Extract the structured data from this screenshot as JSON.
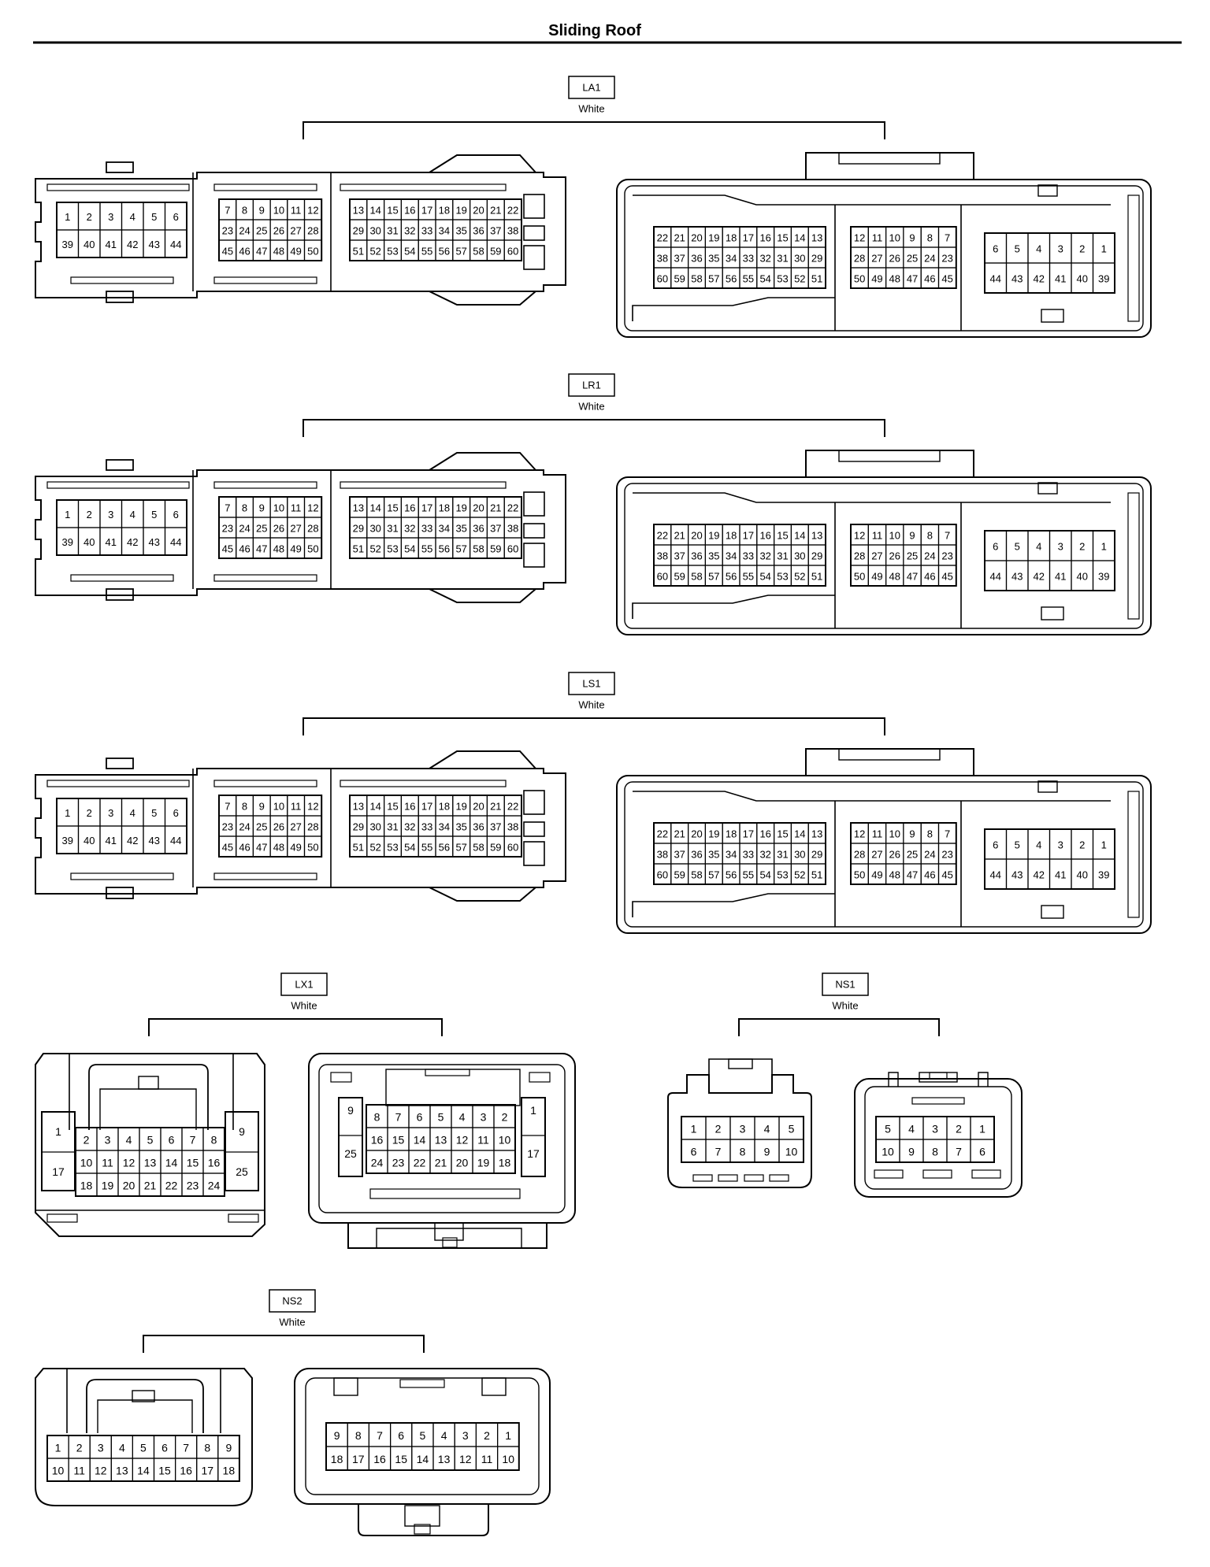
{
  "page": {
    "title": "Sliding Roof"
  },
  "colors": {
    "ink": "#000000",
    "paper": "#ffffff"
  },
  "connectors": [
    {
      "code": "LA1",
      "color": "White",
      "kind": "big",
      "male": {
        "block1": [
          [
            "1",
            "2",
            "3",
            "4",
            "5",
            "6"
          ],
          [
            "39",
            "40",
            "41",
            "42",
            "43",
            "44"
          ]
        ],
        "block2": [
          [
            "7",
            "8",
            "9",
            "10",
            "11",
            "12"
          ],
          [
            "23",
            "24",
            "25",
            "26",
            "27",
            "28"
          ],
          [
            "45",
            "46",
            "47",
            "48",
            "49",
            "50"
          ]
        ],
        "block3": [
          [
            "13",
            "14",
            "15",
            "16",
            "17",
            "18",
            "19",
            "20",
            "21",
            "22"
          ],
          [
            "29",
            "30",
            "31",
            "32",
            "33",
            "34",
            "35",
            "36",
            "37",
            "38"
          ],
          [
            "51",
            "52",
            "53",
            "54",
            "55",
            "56",
            "57",
            "58",
            "59",
            "60"
          ]
        ]
      },
      "female": {
        "block1": [
          [
            "22",
            "21",
            "20",
            "19",
            "18",
            "17",
            "16",
            "15",
            "14",
            "13"
          ],
          [
            "38",
            "37",
            "36",
            "35",
            "34",
            "33",
            "32",
            "31",
            "30",
            "29"
          ],
          [
            "60",
            "59",
            "58",
            "57",
            "56",
            "55",
            "54",
            "53",
            "52",
            "51"
          ]
        ],
        "block2": [
          [
            "12",
            "11",
            "10",
            "9",
            "8",
            "7"
          ],
          [
            "28",
            "27",
            "26",
            "25",
            "24",
            "23"
          ],
          [
            "50",
            "49",
            "48",
            "47",
            "46",
            "45"
          ]
        ],
        "block3": [
          [
            "6",
            "5",
            "4",
            "3",
            "2",
            "1"
          ],
          [
            "44",
            "43",
            "42",
            "41",
            "40",
            "39"
          ]
        ]
      }
    },
    {
      "code": "LR1",
      "color": "White",
      "kind": "big",
      "male": {
        "block1": [
          [
            "1",
            "2",
            "3",
            "4",
            "5",
            "6"
          ],
          [
            "39",
            "40",
            "41",
            "42",
            "43",
            "44"
          ]
        ],
        "block2": [
          [
            "7",
            "8",
            "9",
            "10",
            "11",
            "12"
          ],
          [
            "23",
            "24",
            "25",
            "26",
            "27",
            "28"
          ],
          [
            "45",
            "46",
            "47",
            "48",
            "49",
            "50"
          ]
        ],
        "block3": [
          [
            "13",
            "14",
            "15",
            "16",
            "17",
            "18",
            "19",
            "20",
            "21",
            "22"
          ],
          [
            "29",
            "30",
            "31",
            "32",
            "33",
            "34",
            "35",
            "36",
            "37",
            "38"
          ],
          [
            "51",
            "52",
            "53",
            "54",
            "55",
            "56",
            "57",
            "58",
            "59",
            "60"
          ]
        ]
      },
      "female": {
        "block1": [
          [
            "22",
            "21",
            "20",
            "19",
            "18",
            "17",
            "16",
            "15",
            "14",
            "13"
          ],
          [
            "38",
            "37",
            "36",
            "35",
            "34",
            "33",
            "32",
            "31",
            "30",
            "29"
          ],
          [
            "60",
            "59",
            "58",
            "57",
            "56",
            "55",
            "54",
            "53",
            "52",
            "51"
          ]
        ],
        "block2": [
          [
            "12",
            "11",
            "10",
            "9",
            "8",
            "7"
          ],
          [
            "28",
            "27",
            "26",
            "25",
            "24",
            "23"
          ],
          [
            "50",
            "49",
            "48",
            "47",
            "46",
            "45"
          ]
        ],
        "block3": [
          [
            "6",
            "5",
            "4",
            "3",
            "2",
            "1"
          ],
          [
            "44",
            "43",
            "42",
            "41",
            "40",
            "39"
          ]
        ]
      }
    },
    {
      "code": "LS1",
      "color": "White",
      "kind": "big",
      "male": {
        "block1": [
          [
            "1",
            "2",
            "3",
            "4",
            "5",
            "6"
          ],
          [
            "39",
            "40",
            "41",
            "42",
            "43",
            "44"
          ]
        ],
        "block2": [
          [
            "7",
            "8",
            "9",
            "10",
            "11",
            "12"
          ],
          [
            "23",
            "24",
            "25",
            "26",
            "27",
            "28"
          ],
          [
            "45",
            "46",
            "47",
            "48",
            "49",
            "50"
          ]
        ],
        "block3": [
          [
            "13",
            "14",
            "15",
            "16",
            "17",
            "18",
            "19",
            "20",
            "21",
            "22"
          ],
          [
            "29",
            "30",
            "31",
            "32",
            "33",
            "34",
            "35",
            "36",
            "37",
            "38"
          ],
          [
            "51",
            "52",
            "53",
            "54",
            "55",
            "56",
            "57",
            "58",
            "59",
            "60"
          ]
        ]
      },
      "female": {
        "block1": [
          [
            "22",
            "21",
            "20",
            "19",
            "18",
            "17",
            "16",
            "15",
            "14",
            "13"
          ],
          [
            "38",
            "37",
            "36",
            "35",
            "34",
            "33",
            "32",
            "31",
            "30",
            "29"
          ],
          [
            "60",
            "59",
            "58",
            "57",
            "56",
            "55",
            "54",
            "53",
            "52",
            "51"
          ]
        ],
        "block2": [
          [
            "12",
            "11",
            "10",
            "9",
            "8",
            "7"
          ],
          [
            "28",
            "27",
            "26",
            "25",
            "24",
            "23"
          ],
          [
            "50",
            "49",
            "48",
            "47",
            "46",
            "45"
          ]
        ],
        "block3": [
          [
            "6",
            "5",
            "4",
            "3",
            "2",
            "1"
          ],
          [
            "44",
            "43",
            "42",
            "41",
            "40",
            "39"
          ]
        ]
      }
    },
    {
      "code": "LX1",
      "color": "White",
      "kind": "lx",
      "male": {
        "left": [
          "1",
          "17"
        ],
        "center": [
          [
            "2",
            "3",
            "4",
            "5",
            "6",
            "7",
            "8"
          ],
          [
            "10",
            "11",
            "12",
            "13",
            "14",
            "15",
            "16"
          ],
          [
            "18",
            "19",
            "20",
            "21",
            "22",
            "23",
            "24"
          ]
        ],
        "right": [
          "9",
          "25"
        ]
      },
      "female": {
        "left": [
          "9",
          "25"
        ],
        "center": [
          [
            "8",
            "7",
            "6",
            "5",
            "4",
            "3",
            "2"
          ],
          [
            "16",
            "15",
            "14",
            "13",
            "12",
            "11",
            "10"
          ],
          [
            "24",
            "23",
            "22",
            "21",
            "20",
            "19",
            "18"
          ]
        ],
        "right": [
          "1",
          "17"
        ]
      }
    },
    {
      "code": "NS1",
      "color": "White",
      "kind": "small",
      "male": [
        [
          "1",
          "2",
          "3",
          "4",
          "5"
        ],
        [
          "6",
          "7",
          "8",
          "9",
          "10"
        ]
      ],
      "female": [
        [
          "5",
          "4",
          "3",
          "2",
          "1"
        ],
        [
          "10",
          "9",
          "8",
          "7",
          "6"
        ]
      ]
    },
    {
      "code": "NS2",
      "color": "White",
      "kind": "medium",
      "male": [
        [
          "1",
          "2",
          "3",
          "4",
          "5",
          "6",
          "7",
          "8",
          "9"
        ],
        [
          "10",
          "11",
          "12",
          "13",
          "14",
          "15",
          "16",
          "17",
          "18"
        ]
      ],
      "female": [
        [
          "9",
          "8",
          "7",
          "6",
          "5",
          "4",
          "3",
          "2",
          "1"
        ],
        [
          "18",
          "17",
          "16",
          "15",
          "14",
          "13",
          "12",
          "11",
          "10"
        ]
      ]
    }
  ]
}
